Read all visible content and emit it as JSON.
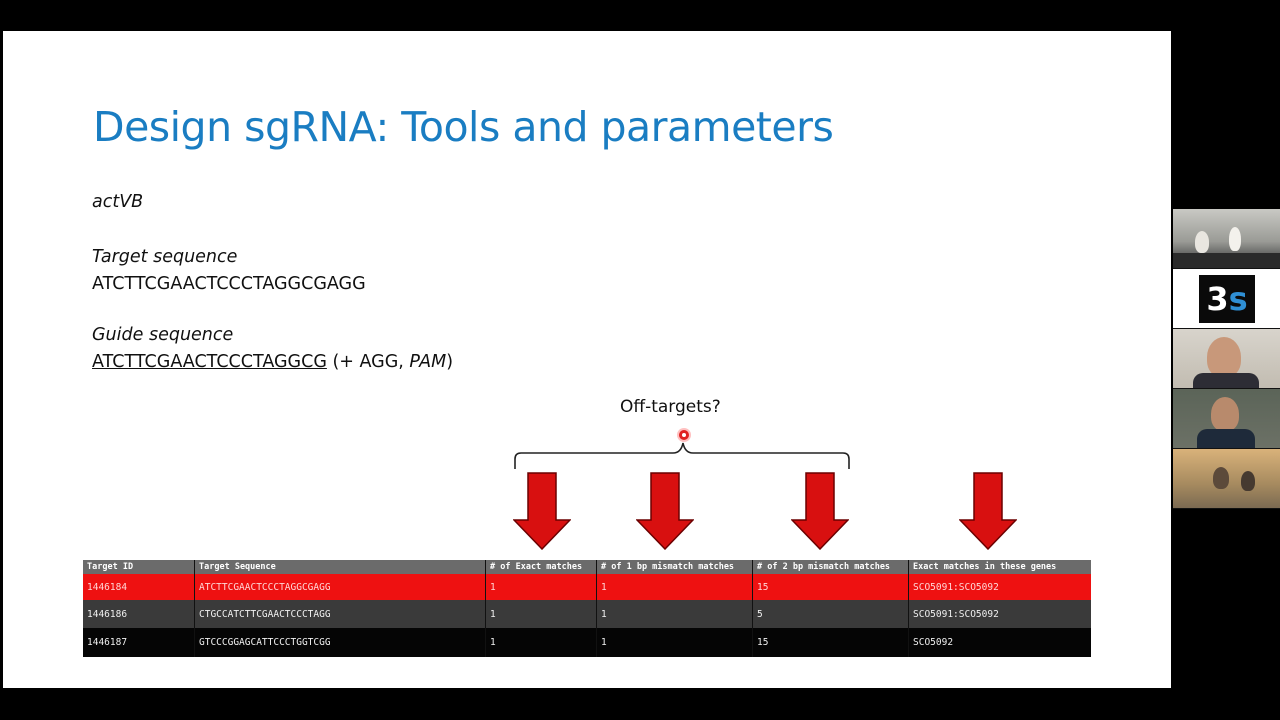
{
  "slide": {
    "title": "Design sgRNA: Tools and parameters",
    "gene": "actVB",
    "target_label": "Target sequence",
    "target_seq": "ATCTTCGAACTCCCTAGGCGAGG",
    "guide_label": "Guide sequence",
    "guide_seq": "ATCTTCGAACTCCCTAGGCG",
    "guide_suffix_pre": " (+ AGG, ",
    "guide_suffix_pam": "PAM",
    "guide_suffix_post": ")",
    "offtargets_label": "Off-targets?"
  },
  "table": {
    "headers": [
      "Target ID",
      "Target Sequence",
      "# of Exact matches",
      "# of 1 bp mismatch matches",
      "# of 2 bp mismatch matches",
      "Exact matches in these genes"
    ],
    "rows": [
      [
        "1446184",
        "ATCTTCGAACTCCCTAGGCGAGG",
        "1",
        "1",
        "15",
        "SCO5091:SCO5092"
      ],
      [
        "1446186",
        "CTGCCATCTTCGAACTCCCTAGG",
        "1",
        "1",
        "5",
        "SCO5091:SCO5092"
      ],
      [
        "1446187",
        "GTCCCGGAGCATTCCCTGGTCGG",
        "1",
        "1",
        "15",
        "SCO5092"
      ]
    ]
  },
  "participants": {
    "logo_text_a": "3",
    "logo_text_b": "s"
  },
  "colors": {
    "title": "#1a7dc2",
    "arrow": "#d81010",
    "highlight_row": "#ee1111"
  }
}
